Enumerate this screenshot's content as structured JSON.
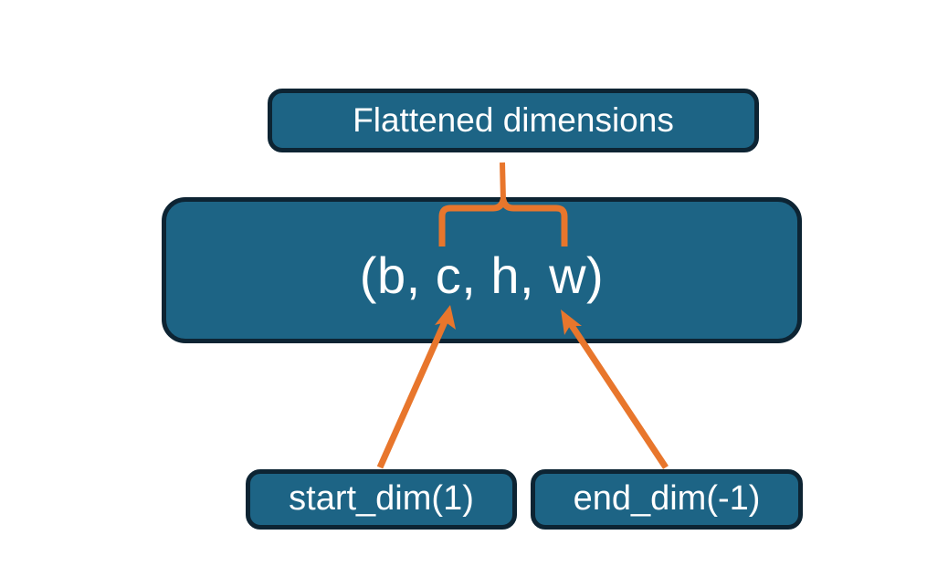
{
  "diagram": {
    "title_node": {
      "label": "Flattened dimensions",
      "name": "flattened-dimensions-box"
    },
    "shape_node": {
      "label": "(b, c, h, w)",
      "name": "tensor-shape-box"
    },
    "start_node": {
      "label": "start_dim(1)",
      "name": "start-dim-box"
    },
    "end_node": {
      "label": "end_dim(-1)",
      "name": "end-dim-box"
    },
    "connectors": [
      {
        "name": "brace-connector",
        "icon": "curly-brace-icon",
        "from": "tensor-shape-box",
        "to": "flattened-dimensions-box"
      },
      {
        "name": "start-dim-arrow",
        "icon": "arrow-up-right-icon",
        "from": "start-dim-box",
        "to": "tensor-shape-box"
      },
      {
        "name": "end-dim-arrow",
        "icon": "arrow-up-left-icon",
        "from": "end-dim-box",
        "to": "tensor-shape-box"
      }
    ],
    "colors": {
      "node_fill": "#1d6485",
      "node_border": "#0d2433",
      "node_text": "#ffffff",
      "connector": "#e8762c",
      "background": "#ffffff"
    }
  }
}
